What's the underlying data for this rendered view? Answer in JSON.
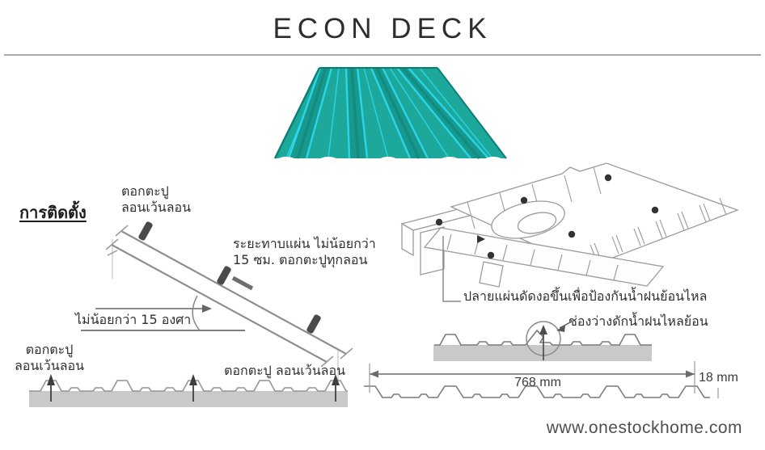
{
  "header": {
    "title": "ECON DECK"
  },
  "product": {
    "name": "econ-deck-roof-sheet",
    "colors": {
      "teal": "#1CA99C",
      "teal_dark": "#128B80",
      "teal_edge": "#0E7F75",
      "cyan_stripe": "#2BD5E8",
      "purlin_gray": "#c9c9c9",
      "line_gray": "#949494"
    }
  },
  "installation": {
    "heading": "การติดตั้ง",
    "nail_alternate_top": "ตอกตะปู\nลอนเว้นลอน",
    "overlap_note": "ระยะทาบแผ่น ไม่น้อยกว่า\n15 ซม. ตอกตะปูทุกลอน",
    "angle_note": "ไม่น้อยกว่า 15 องศา",
    "nail_alternate_left": "ตอกตะปู\nลอนเว้นลอน",
    "nail_alternate_mid": "ตอกตะปู ลอนเว้นลอน"
  },
  "overlap_detail": {
    "bent_tip_note": "ปลายแผ่นดัดงอขึ้นเพื่อป้องกันน้ำฝนย้อนไหล",
    "gap_note": "ช่องว่างดักน้ำฝนไหลย้อน"
  },
  "dimensions": {
    "width": "768 mm",
    "height": "18 mm"
  },
  "footer": {
    "website": "www.onestockhome.com"
  }
}
